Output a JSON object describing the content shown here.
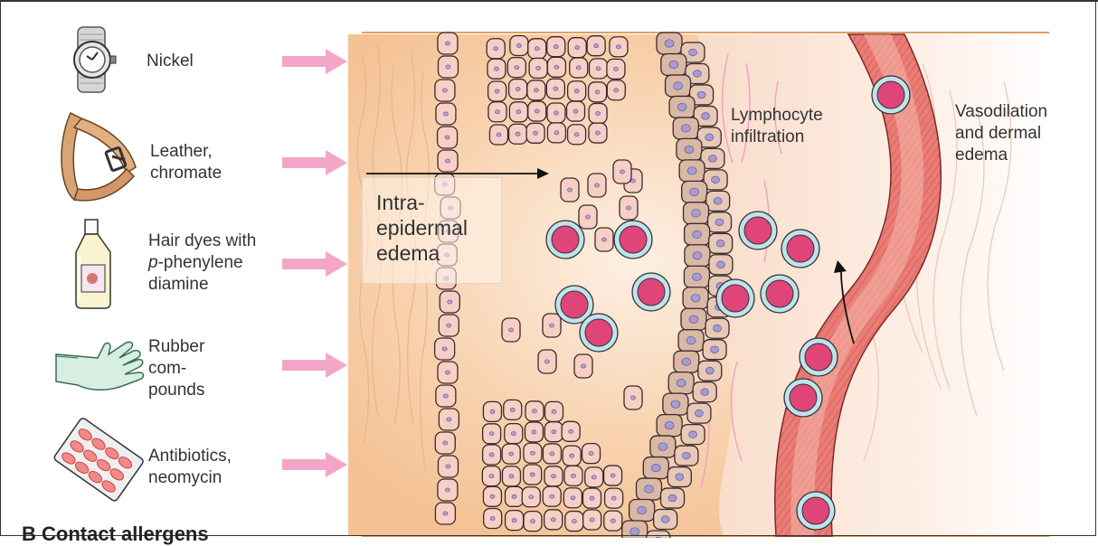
{
  "allergens": [
    {
      "label": "Nickel",
      "icon": "wristwatch-icon"
    },
    {
      "label": "Leather,\nchromate",
      "icon": "leather-belt-icon"
    },
    {
      "label": "Hair dyes with",
      "label_italic": "p",
      "label_rest": "-phenylene\ndiamine",
      "icon": "dye-bottle-icon"
    },
    {
      "label": "Rubber\ncom-\npounds",
      "icon": "rubber-glove-icon"
    },
    {
      "label": "Antibiotics,\nneomycin",
      "icon": "pill-blister-icon"
    }
  ],
  "panel_title": "B  Contact allergens",
  "skin_labels": {
    "edema": "Intra-\nepidermal\nedema",
    "lymphocyte": "Lymphocyte\ninfiltration",
    "vasodilation": "Vasodilation\nand dermal\nedema"
  },
  "colors": {
    "arrow": "#f3a6c8",
    "skin": "#f9d7b6",
    "cell_fill": "#f8cfc4",
    "basal_fill": "#d9b8a6",
    "nucleus": "#a59bd6",
    "lymphocyte": "#e0457a",
    "lymph_ring": "#bfe3ea",
    "vessel": "#e56f6f"
  }
}
